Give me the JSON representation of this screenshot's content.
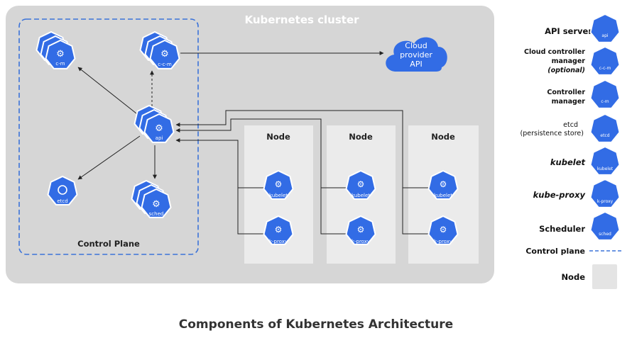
{
  "cluster": {
    "title": "Kubernetes cluster",
    "control_plane_label": "Control Plane",
    "cloud_label_lines": [
      "Cloud",
      "provider",
      "API"
    ],
    "nodes": [
      {
        "title": "Node",
        "kubelet_label": "kubelet",
        "proxy_label": "k-proxy"
      },
      {
        "title": "Node",
        "kubelet_label": "kubelet",
        "proxy_label": "k-proxy"
      },
      {
        "title": "Node",
        "kubelet_label": "kubelet",
        "proxy_label": "k-proxy"
      }
    ],
    "components": {
      "cm": "c-m",
      "ccm": "c-c-m",
      "api": "api",
      "etcd": "etcd",
      "sched": "sched"
    }
  },
  "legend": {
    "api": {
      "name": "API server",
      "short": "api"
    },
    "ccm": {
      "lines": [
        "Cloud controller",
        "manager",
        "(optional)"
      ],
      "short": "c-c-m"
    },
    "cm": {
      "lines": [
        "Controller",
        "manager"
      ],
      "short": "c-m"
    },
    "etcd": {
      "lines": [
        "etcd",
        "(persistence store)"
      ],
      "short": "etcd"
    },
    "kubelet": {
      "name": "kubelet",
      "short": "kubelet"
    },
    "proxy": {
      "name": "kube-proxy",
      "short": "k-proxy"
    },
    "sched": {
      "name": "Scheduler",
      "short": "sched"
    },
    "control_plane": {
      "name": "Control plane"
    },
    "node": {
      "name": "Node"
    }
  },
  "caption": "Components of Kubernetes Architecture",
  "colors": {
    "k8s_blue": "#326ce5",
    "cluster_bg": "#d6d6d6",
    "node_bg": "#ebebeb",
    "control_plane_border": "#3b73d9"
  }
}
